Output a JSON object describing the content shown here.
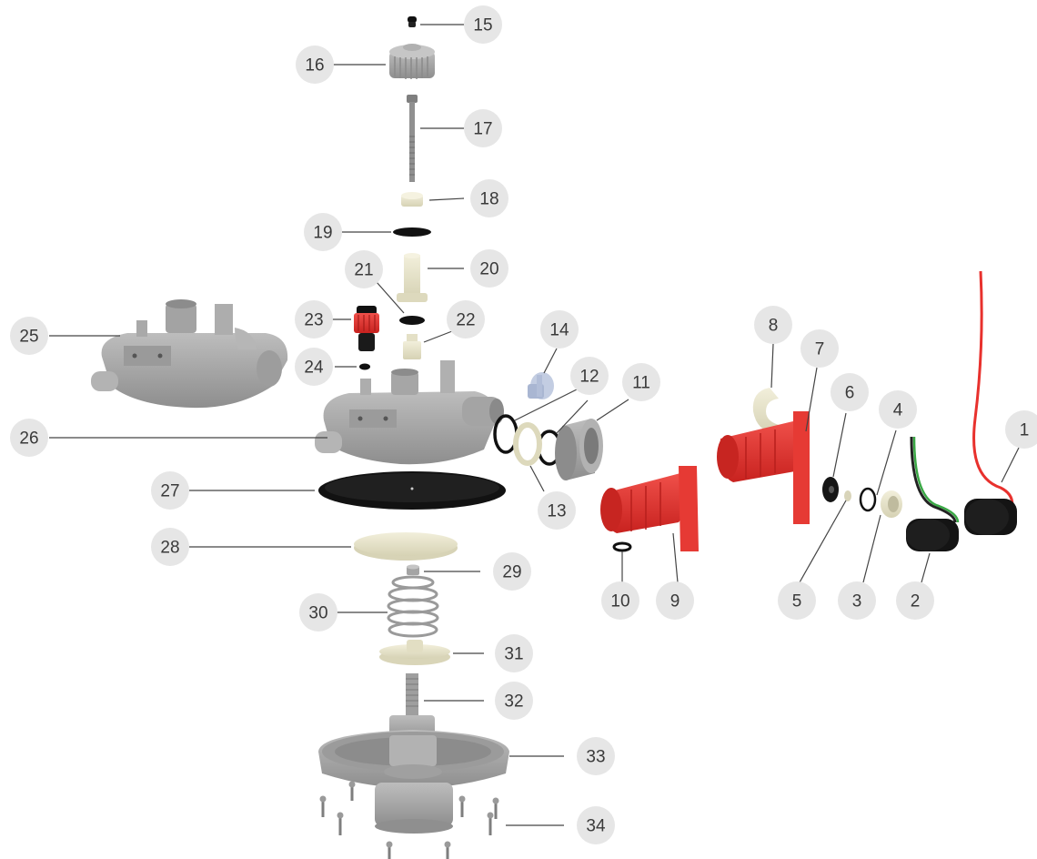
{
  "diagram": {
    "callouts": [
      "1",
      "2",
      "3",
      "4",
      "5",
      "6",
      "7",
      "8",
      "9",
      "10",
      "11",
      "12",
      "13",
      "14",
      "15",
      "16",
      "17",
      "18",
      "19",
      "20",
      "21",
      "22",
      "23",
      "24",
      "25",
      "26",
      "27",
      "28",
      "29",
      "30",
      "31",
      "32",
      "33",
      "34"
    ],
    "colors": {
      "housing": "#a6a6a6",
      "housing_dark": "#8d8d8d",
      "plastic_cream": "#e9e6cf",
      "rubber_black": "#111111",
      "red_part": "#e8312d",
      "red_dark": "#b81f1c",
      "wire_red": "#e8312d",
      "wire_green": "#3aa845",
      "blue_part": "#b9c5dd",
      "label_circle": "#e6e6e6",
      "label_text": "#3a3a3a"
    }
  }
}
